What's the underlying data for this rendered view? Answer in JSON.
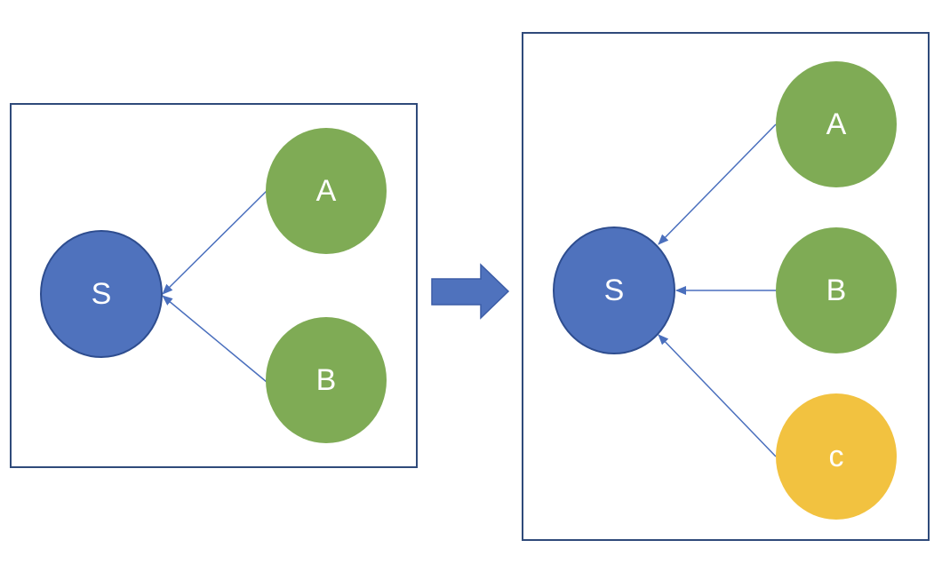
{
  "colors": {
    "frame": "#2f4a7a",
    "source_fill": "#4f72bd",
    "source_stroke": "#2e4d8f",
    "neighbor_fill": "#7fab55",
    "new_neighbor_fill": "#f2c240",
    "edge": "#4a6fbd",
    "transition_arrow": "#4f72bd"
  },
  "before": {
    "source": "S",
    "neighbors": [
      "A",
      "B"
    ]
  },
  "after": {
    "source": "S",
    "neighbors": [
      "A",
      "B",
      "c"
    ]
  },
  "transition_icon": "right-block-arrow-icon"
}
